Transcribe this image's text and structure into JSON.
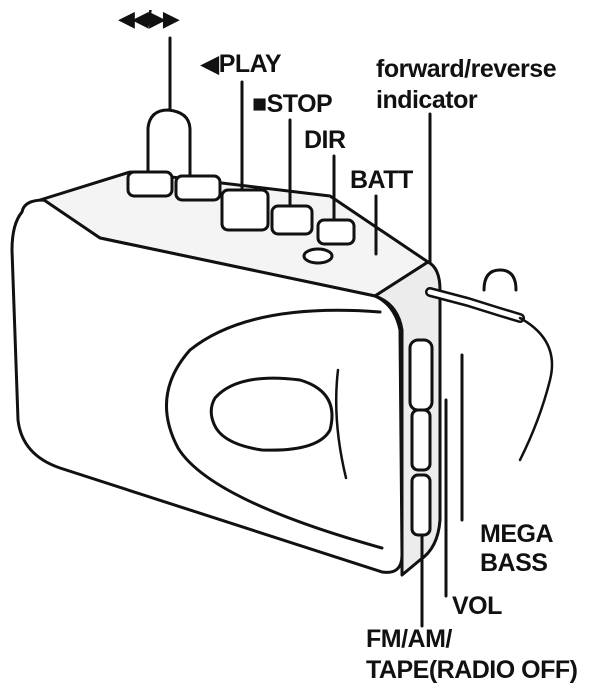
{
  "labels": {
    "ff_rew": "◀◀/▶▶",
    "play": "◀PLAY",
    "stop": "■STOP",
    "dir": "DIR",
    "batt": "BATT",
    "forward_reverse": [
      "forward/reverse",
      "indicator"
    ],
    "mega_bass": [
      "MEGA",
      "BASS"
    ],
    "vol": "VOL",
    "fm_am_tape": [
      "FM/AM/",
      "TAPE(RADIO OFF)"
    ]
  },
  "icons": {
    "headphones": "headphones-icon"
  }
}
